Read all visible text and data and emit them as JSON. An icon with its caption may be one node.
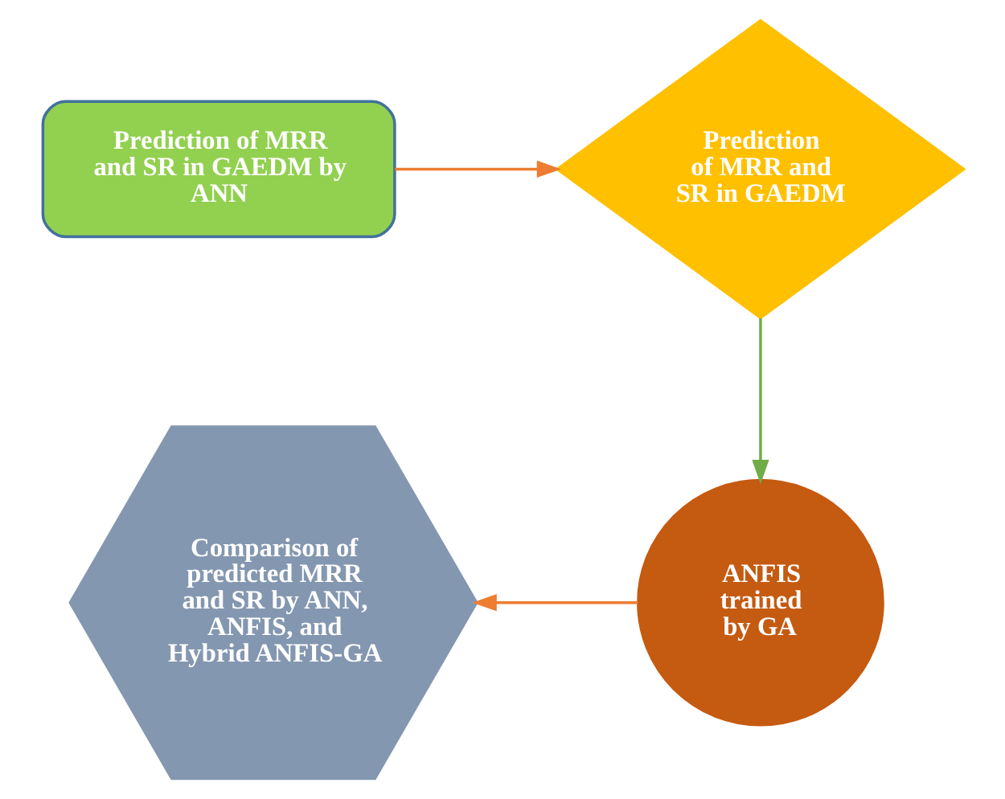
{
  "diagram": {
    "nodes": [
      {
        "text": [
          "Prediction of MRR and SR in GAEDM by ANN"
        ]
      },
      {
        "text": [
          "Prediction of MRR and SR in GAEDM"
        ]
      },
      {
        "text": [
          "ANFIS trained by GA"
        ]
      },
      {
        "text": [
          "Comparison of predicted MRR and SR by ANN, ANFIS, and Hybrid ANFIS-GA"
        ]
      }
    ],
    "edges": [
      {
        "from": 0,
        "to": 1,
        "arrow": "to"
      },
      {
        "from": 1,
        "to": 2,
        "arrow": "to",
        "color": "#70ad47"
      },
      {
        "from": 2,
        "to": 3,
        "arrow": "to"
      }
    ]
  }
}
